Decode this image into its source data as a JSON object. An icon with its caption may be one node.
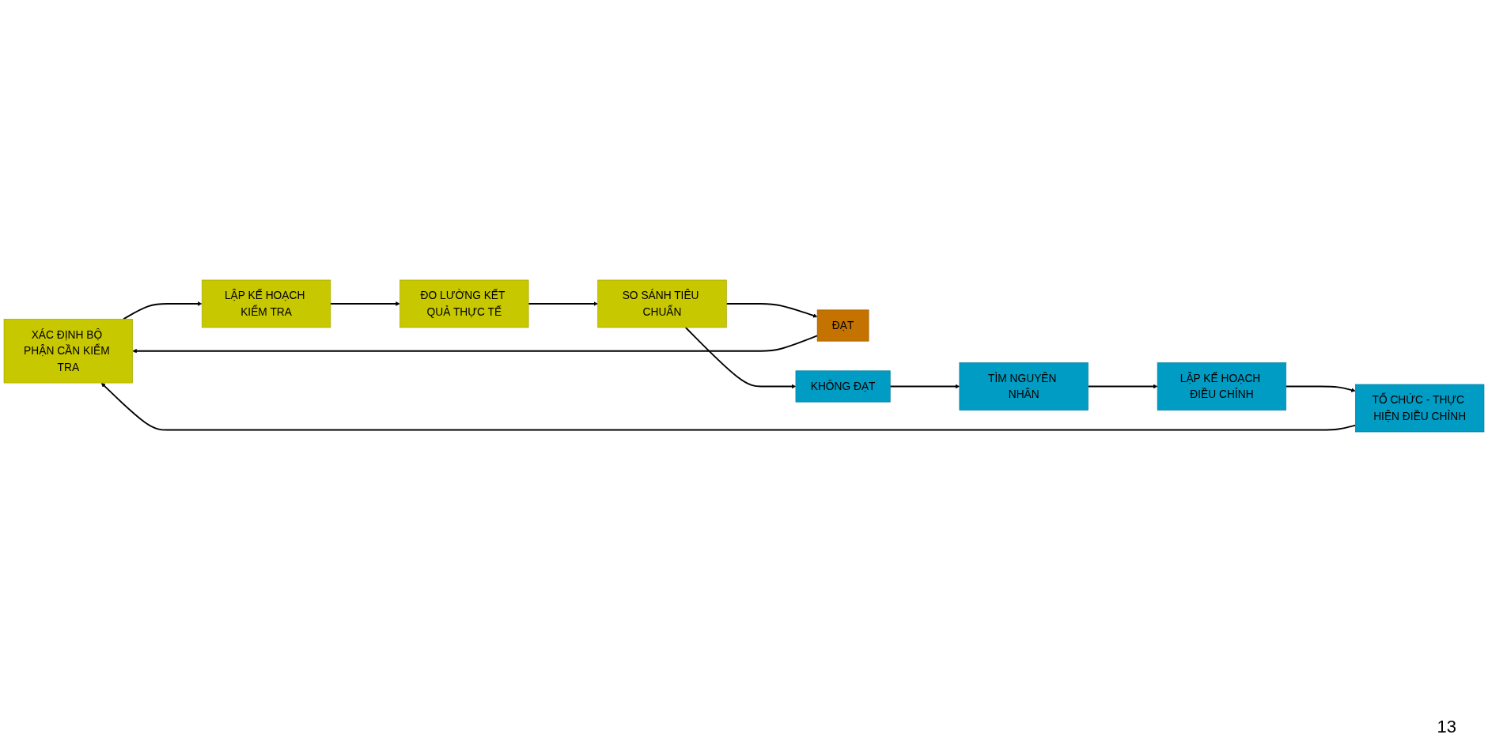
{
  "diagram": {
    "nodes": [
      {
        "text": [
          "XÁC ĐỊNH BỘ PHẬN CẦN KIỂM TRA"
        ]
      },
      {
        "text": [
          "LẬP KẾ HOẠCH KIỂM TRA"
        ]
      },
      {
        "text": [
          "ĐO LƯỜNG KẾT QUẢ THỰC TẾ"
        ]
      },
      {
        "text": [
          "SO SÁNH TIÊU CHUẨN"
        ]
      },
      {
        "text": [
          "ĐẠT"
        ]
      },
      {
        "text": [
          "TỔ CHỨC - THỰC HIỆN ĐIỀU CHỈNH"
        ]
      },
      {
        "text": [
          "LẬP KẾ HOẠCH ĐIỀU CHỈNH"
        ]
      },
      {
        "text": [
          "TÌM NGUYÊN NHÂN"
        ]
      },
      {
        "text": [
          "KHÔNG ĐẠT"
        ]
      }
    ],
    "edges": [
      {
        "from": 0,
        "to": 1,
        "arrow": "to"
      },
      {
        "from": 1,
        "to": 2,
        "arrow": "to"
      },
      {
        "from": 2,
        "to": 3,
        "arrow": "to"
      },
      {
        "from": 3,
        "to": 4,
        "arrow": "to"
      },
      {
        "from": 3,
        "to": 8,
        "arrow": "to"
      },
      {
        "from": 4,
        "to": 0,
        "arrow": "to"
      },
      {
        "from": 8,
        "to": 7,
        "arrow": "to"
      },
      {
        "from": 7,
        "to": 6,
        "arrow": "to"
      },
      {
        "from": 6,
        "to": 5,
        "arrow": "to"
      },
      {
        "from": 5,
        "to": 0,
        "arrow": "to"
      }
    ],
    "labels": [
      "13"
    ]
  }
}
